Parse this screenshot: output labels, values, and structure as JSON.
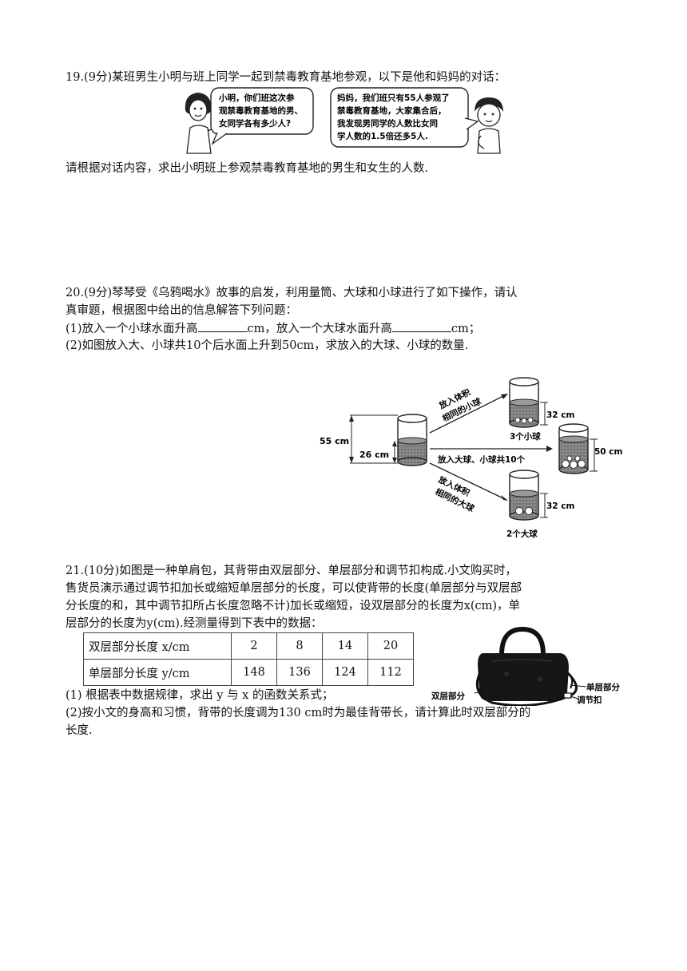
{
  "q19": {
    "stem": "19.(9分)某班男生小明与班上同学一起到禁毒教育基地参观，以下是他和妈妈的对话：",
    "bubble_left": [
      "小明，你们班这次参",
      "观禁毒教育基地的男、",
      "女同学各有多少人?"
    ],
    "bubble_right": [
      "妈妈，我们班只有55人参观了",
      "禁毒教育基地，大家集合后，",
      "我发现男同学的人数比女同",
      "学人数的1.5倍还多5人."
    ],
    "ask": "请根据对话内容，求出小明班上参观禁毒教育基地的男生和女生的人数."
  },
  "q20": {
    "stem1": "20.(9分)琴琴受《乌鸦喝水》故事的启发，利用量筒、大球和小球进行了如下操作，请认",
    "stem2": "真审题，根据图中给出的信息解答下列问题：",
    "p1_a": "(1)放入一个小球水面升高",
    "p1_b": "cm，放入一个大球水面升高",
    "p1_c": "cm；",
    "p2": "(2)如图放入大、小球共10个后水面上升到50cm，求放入的大球、小球的数量.",
    "figure": {
      "h55": "55 cm",
      "h26": "26 cm",
      "arrow_top_1": "放入体积",
      "arrow_top_2": "相同的小球",
      "arrow_mid": "放入大球、小球共10个",
      "arrow_bot_1": "放入体积",
      "arrow_bot_2": "相同的大球",
      "top_h": "32 cm",
      "top_label": "3个小球",
      "bot_h": "32 cm",
      "bot_label": "2个大球",
      "right_h": "50 cm"
    }
  },
  "q21": {
    "stem1": "21.(10分)如图是一种单肩包，其背带由双层部分、单层部分和调节扣构成.小文购买时，",
    "stem2": "售货员演示通过调节扣加长或缩短单层部分的长度，可以使背带的长度(单层部分与双层部",
    "stem3": "分长度的和，其中调节扣所占长度忽略不计)加长或缩短，设双层部分的长度为x(cm)，单",
    "stem4": "层部分的长度为y(cm).经测量得到下表中的数据：",
    "table": {
      "row1_header": "双层部分长度 x/cm",
      "row1": [
        "2",
        "8",
        "14",
        "20"
      ],
      "row2_header": "单层部分长度 y/cm",
      "row2": [
        "148",
        "136",
        "124",
        "112"
      ]
    },
    "bag_labels": {
      "double": "双层部分",
      "single": "单层部分",
      "buckle": "调节扣"
    },
    "p1": "(1)  根据表中数据规律，求出 y 与 x 的函数关系式；",
    "p2a": "(2)按小文的身高和习惯，背带的长度调为130 cm时为最佳背带长，请计算此时双层部分的",
    "p2b": "长度."
  }
}
